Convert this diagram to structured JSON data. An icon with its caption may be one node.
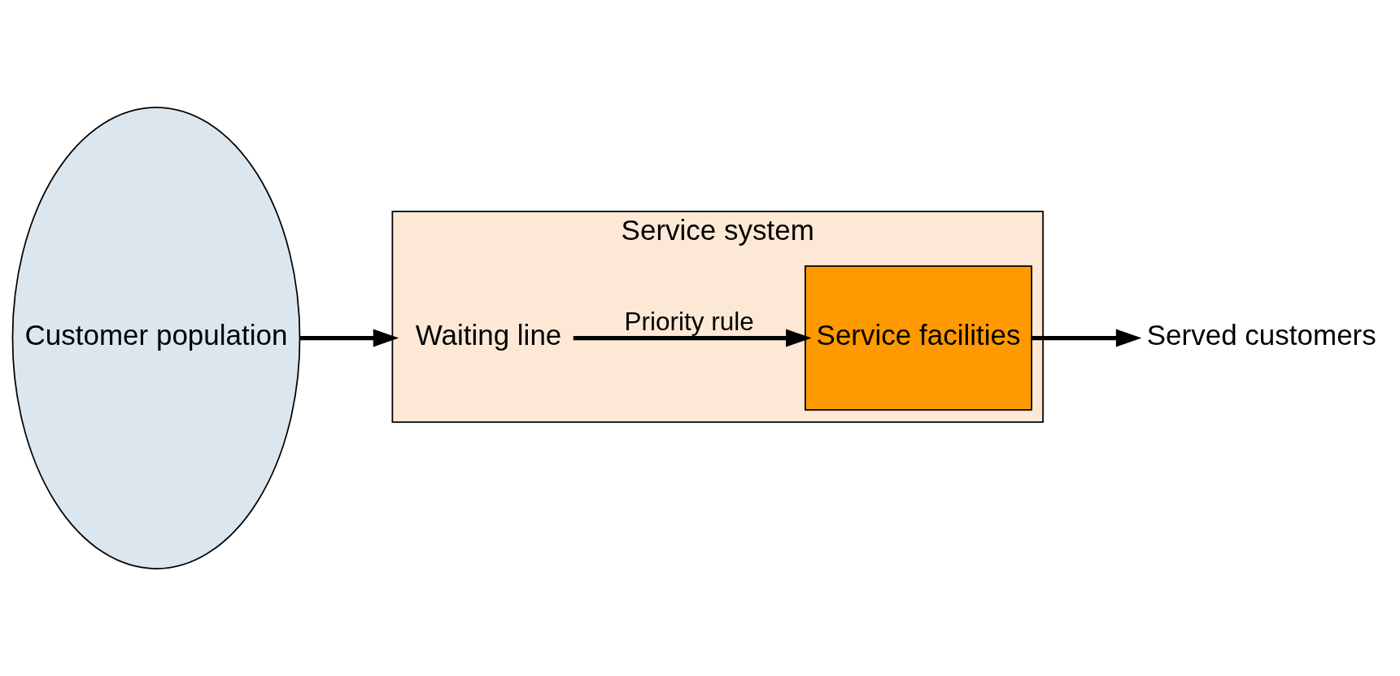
{
  "diagram": {
    "nodes": [
      {
        "text": [
          "Customer population"
        ]
      },
      {
        "text": [
          "Service system"
        ]
      },
      {
        "text": [
          "Waiting line"
        ],
        "in": 1
      },
      {
        "text": [
          "Service facilities"
        ],
        "in": 1
      },
      {
        "text": [
          "Served customers"
        ]
      }
    ],
    "edges": [
      {
        "from": 0,
        "to": 1,
        "arrow": "to"
      },
      {
        "from": 2,
        "to": 3,
        "arrow": "to",
        "label": "Priority rule"
      },
      {
        "from": 3,
        "to": 4,
        "arrow": "to"
      }
    ]
  }
}
